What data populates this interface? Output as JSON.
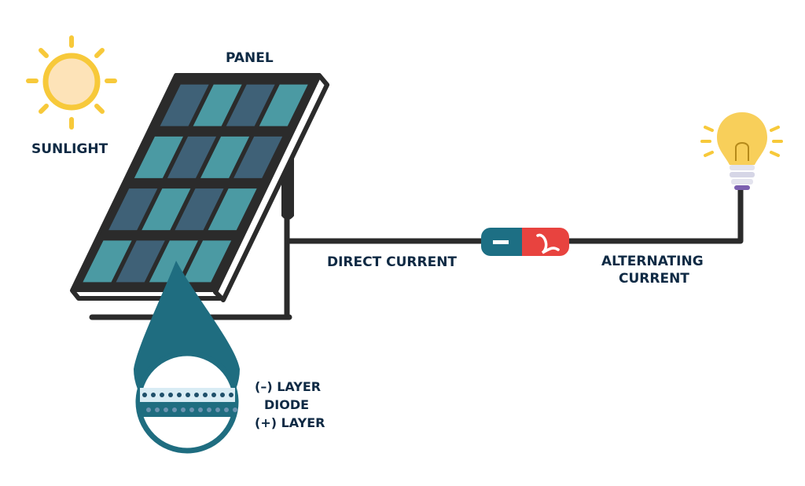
{
  "labels": {
    "sunlight": "SUNLIGHT",
    "panel": "PANEL",
    "direct_current": "DIRECT CURRENT",
    "alternating_current_line1": "ALTERNATING",
    "alternating_current_line2": "CURRENT",
    "negative_layer": "(–) LAYER",
    "diode": "DIODE",
    "positive_layer": "(+) LAYER"
  },
  "colors": {
    "text": "#0f2a44",
    "wire": "#2b2b2b",
    "sun": "#f7c93a",
    "sun_core": "#fde3b8",
    "panel_cell_dark": "#3f6177",
    "panel_cell_light": "#4b9aa3",
    "callout": "#1f6d80",
    "inverter_dc": "#1d6f84",
    "inverter_ac": "#e8433f",
    "bulb": "#f8cf5a",
    "bulb_base": "#7b5fb0"
  },
  "icons": [
    "sun-icon",
    "solar-panel-icon",
    "inverter-icon",
    "light-bulb-icon",
    "magnifier-callout-icon"
  ]
}
